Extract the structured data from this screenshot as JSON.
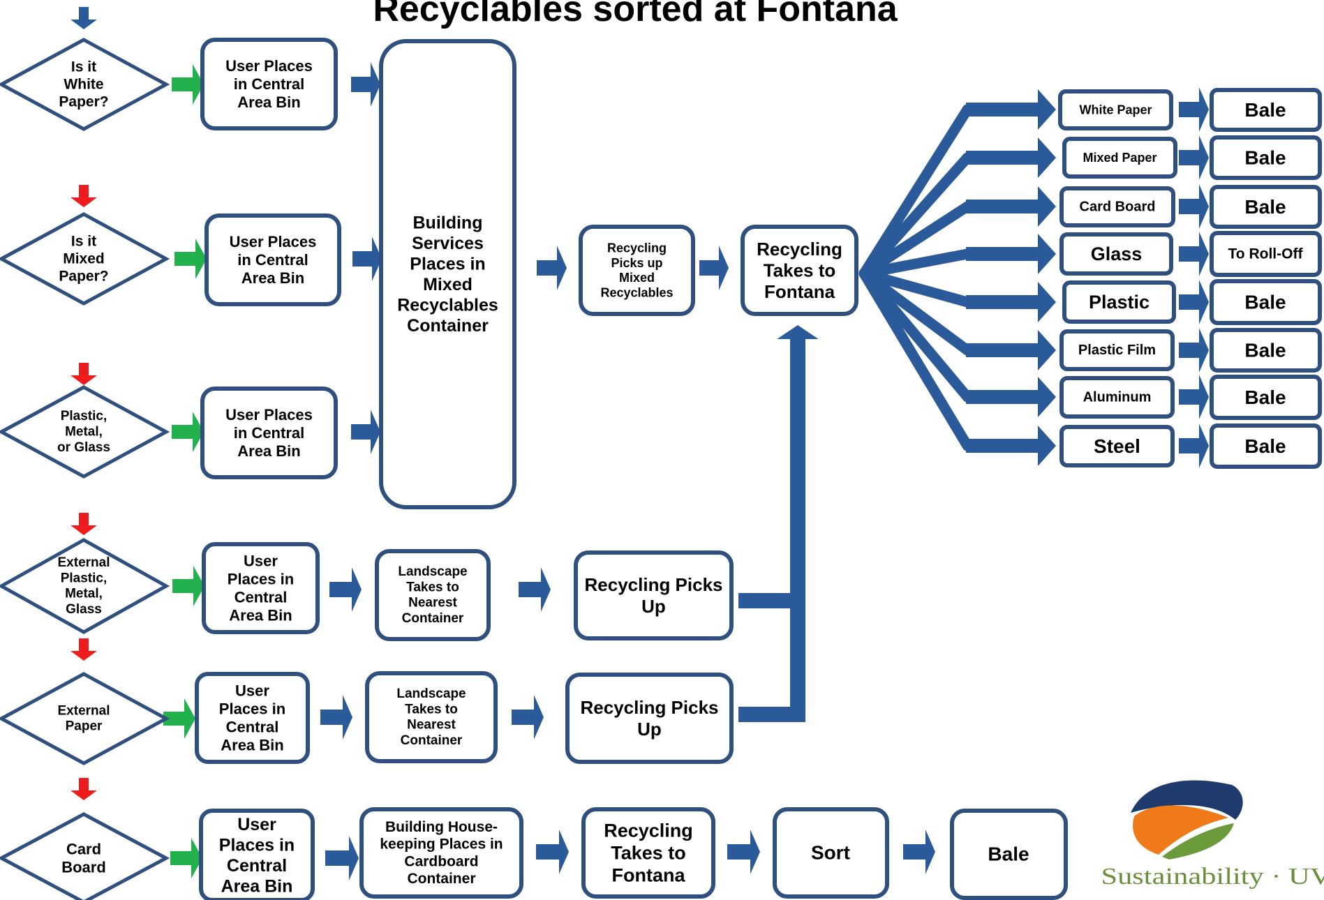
{
  "title": "Recyclables sorted at Fontana",
  "decisions": [
    {
      "lines": [
        "Is it",
        "White",
        "Paper?"
      ]
    },
    {
      "lines": [
        "Is it",
        "Mixed",
        "Paper?"
      ]
    },
    {
      "lines": [
        "Plastic,",
        "Metal,",
        "or Glass"
      ]
    },
    {
      "lines": [
        "External",
        "Plastic,",
        "Metal,",
        "Glass"
      ]
    },
    {
      "lines": [
        "External",
        "Paper"
      ]
    },
    {
      "lines": [
        "Card",
        "Board"
      ]
    }
  ],
  "user_bins": [
    {
      "lines": [
        "User Places",
        "in Central",
        "Area Bin"
      ]
    },
    {
      "lines": [
        "User Places",
        "in Central",
        "Area Bin"
      ]
    },
    {
      "lines": [
        "User Places",
        "in Central",
        "Area Bin"
      ]
    },
    {
      "lines": [
        "User",
        "Places in",
        "Central",
        "Area Bin"
      ]
    },
    {
      "lines": [
        "User",
        "Places in",
        "Central",
        "Area Bin"
      ]
    },
    {
      "lines": [
        "User",
        "Places in",
        "Central",
        "Area Bin"
      ]
    }
  ],
  "building_services": {
    "lines": [
      "Building",
      "Services",
      "Places in",
      "Mixed",
      "Recyclables",
      "Container"
    ]
  },
  "recycling_pickup_mixed": {
    "lines": [
      "Recycling",
      "Picks up",
      "Mixed",
      "Recyclables"
    ]
  },
  "recycling_to_fontana": {
    "lines": [
      "Recycling",
      "Takes to",
      "Fontana"
    ]
  },
  "landscape": [
    {
      "lines": [
        "Landscape",
        "Takes to",
        "Nearest",
        "Container"
      ]
    },
    {
      "lines": [
        "Landscape",
        "Takes to",
        "Nearest",
        "Container"
      ]
    }
  ],
  "recycling_pickups": [
    {
      "lines": [
        "Recycling Picks",
        "Up"
      ]
    },
    {
      "lines": [
        "Recycling Picks",
        "Up"
      ]
    }
  ],
  "materials": [
    {
      "label": "White Paper",
      "outcome": "Bale"
    },
    {
      "label": "Mixed Paper",
      "outcome": "Bale"
    },
    {
      "label": "Card Board",
      "outcome": "Bale"
    },
    {
      "label": "Glass",
      "outcome": "To Roll-Off"
    },
    {
      "label": "Plastic",
      "outcome": "Bale"
    },
    {
      "label": "Plastic Film",
      "outcome": "Bale"
    },
    {
      "label": "Aluminum",
      "outcome": "Bale"
    },
    {
      "label": "Steel",
      "outcome": "Bale"
    }
  ],
  "cardboard_flow": {
    "housekeeping": {
      "lines": [
        "Building House-",
        "keeping Places in",
        "Cardboard",
        "Container"
      ]
    },
    "fontana": {
      "lines": [
        "Recycling",
        "Takes to",
        "Fontana"
      ]
    },
    "sort": "Sort",
    "bale": "Bale"
  },
  "logo": {
    "text": "Sustainability · UVA"
  },
  "colors": {
    "box_stroke": "#2f4f7f",
    "arrow_blue": "#2b5a9a",
    "arrow_green": "#22b14c",
    "arrow_red": "#ee1c1c",
    "logo_navy": "#1f3b6e",
    "logo_orange": "#f07a1a",
    "logo_green": "#6a9a3a"
  }
}
